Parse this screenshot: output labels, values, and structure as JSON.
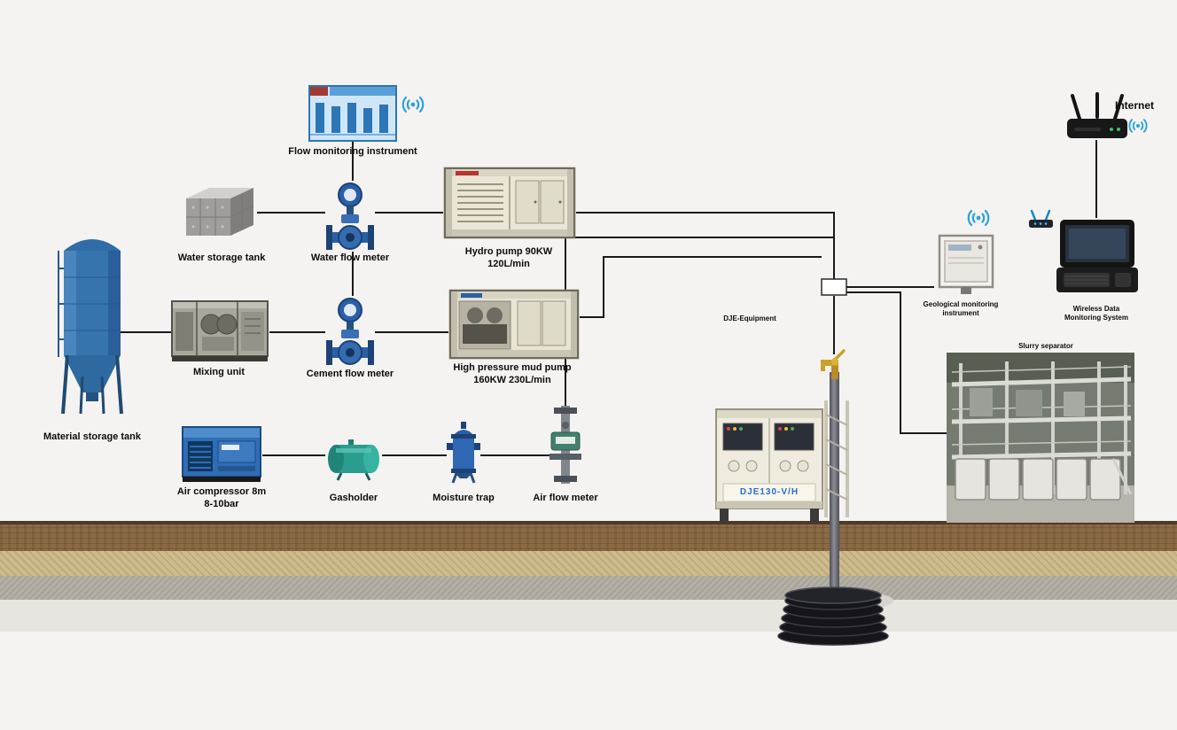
{
  "labels": {
    "flow_monitoring_instrument": "Flow monitoring instrument",
    "water_storage_tank": "Water storage tank",
    "water_flow_meter": "Water flow meter",
    "hydro_pump_line1": "Hydro pump 90KW",
    "hydro_pump_line2": "120L/min",
    "mixing_unit": "Mixing unit",
    "cement_flow_meter": "Cement flow meter",
    "mud_pump_line1": "High pressure mud pump",
    "mud_pump_line2": "160KW 230L/min",
    "material_storage_tank": "Material storage tank",
    "air_compressor_line1": "Air compressor 8m",
    "air_compressor_line2": "8-10bar",
    "gasholder": "Gasholder",
    "moisture_trap": "Moisture trap",
    "air_flow_meter": "Air flow meter",
    "dje_equipment": "DJE-Equipment",
    "dje_model": "DJE130-V/H",
    "geological_line1": "Geological monitoring",
    "geological_line2": "instrument",
    "internet": "Internet",
    "wireless_line1": "Wireless Data",
    "wireless_line2": "Monitoring System",
    "slurry_separator": "Slurry separator"
  },
  "icons": {
    "flow_monitor_wifi": "wifi-signal",
    "geological_wifi": "wifi-signal",
    "internet_wifi": "wifi-signal",
    "wireless_repeater": "wifi-repeater",
    "internet_router": "router-three-antenna"
  },
  "colors": {
    "background": "#f4f3f1",
    "connection_line": "#1a1a1a",
    "wifi_blue": "#29a3dc",
    "equipment_blue": "#2f6db5",
    "meter_blue": "#2a5fa8",
    "silo_blue": "#3674ad",
    "gasholder_teal": "#2a9d8f",
    "dje_text_blue": "#2a6fd4",
    "ground_brown": "#8b6a45",
    "ground_tan": "#cfbc8e",
    "ground_gray": "#b4b0a5",
    "ground_light": "#e7e5e0"
  }
}
